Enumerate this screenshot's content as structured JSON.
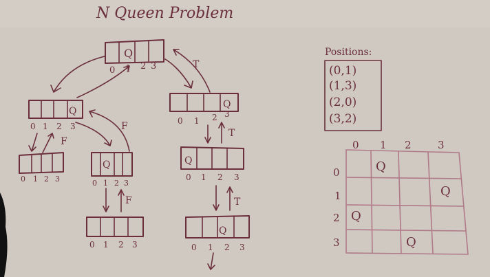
{
  "title": "N Queen Problem",
  "positions_label": "Positions:",
  "positions": [
    "(0,1)",
    "(1,3)",
    "(2,0)",
    "(3,2)"
  ],
  "queen": "Q",
  "index_labels": [
    "0",
    "1",
    "2",
    "3"
  ],
  "edge_labels": {
    "true": "T",
    "false": "F"
  },
  "board": {
    "col_labels": [
      "0",
      "1",
      "2",
      "3"
    ],
    "row_labels": [
      "0",
      "1",
      "2",
      "3"
    ],
    "queens": [
      {
        "row": 0,
        "col": 1
      },
      {
        "row": 1,
        "col": 3
      },
      {
        "row": 2,
        "col": 0
      },
      {
        "row": 3,
        "col": 2
      }
    ]
  },
  "colors": {
    "ink": "#6b2f3c",
    "grid": "#b07a88",
    "background": "#cfc9c1"
  }
}
